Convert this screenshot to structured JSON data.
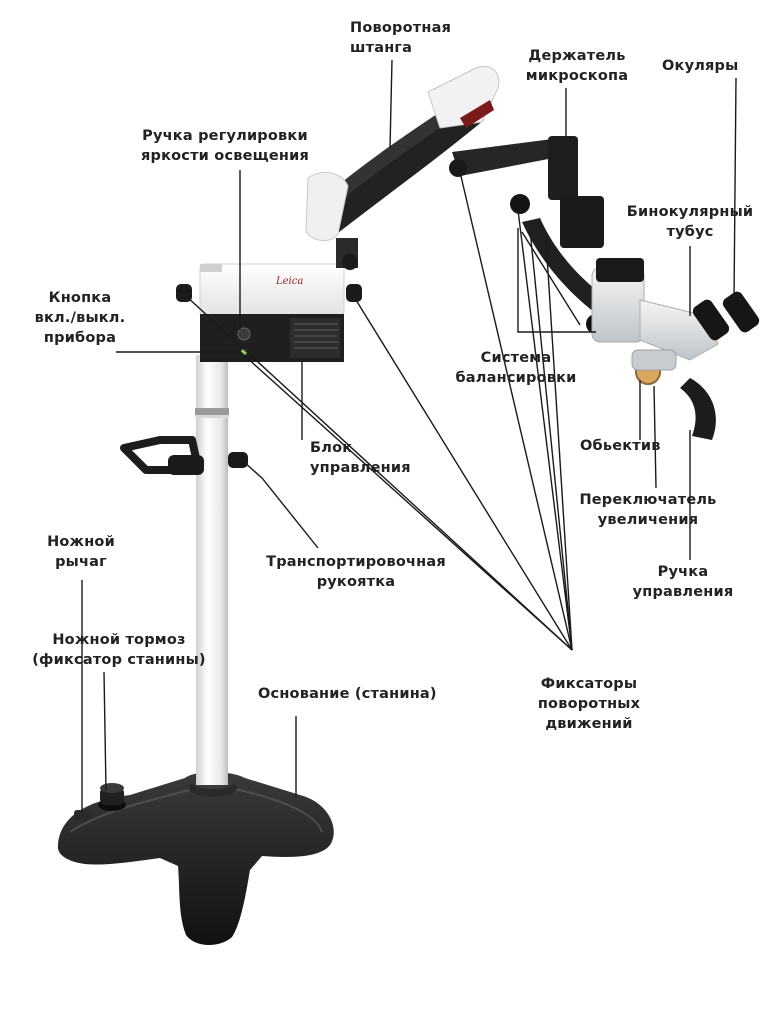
{
  "colors": {
    "background": "#ffffff",
    "text": "#222222",
    "leader_line": "#1a1a1a",
    "body_dark": "#1c1c1c",
    "housing_white": "#f2f2f2"
  },
  "brand": "Leica",
  "labels": {
    "swing_arm": [
      "Поворотная",
      "штанга"
    ],
    "microscope_holder": [
      "Держатель",
      "микроскопа"
    ],
    "eyepieces": [
      "Окуляры"
    ],
    "brightness_knob": [
      "Ручка регулировки",
      "яркости освещения"
    ],
    "binocular_tube": [
      "Бинокулярный",
      "тубус"
    ],
    "power_button": [
      "Кнопка",
      "вкл./выкл.",
      "прибора"
    ],
    "balance_system": [
      "Система",
      "балансировки"
    ],
    "objective": [
      "Обьектив"
    ],
    "control_unit": [
      "Блок",
      "управления"
    ],
    "magnification_switch": [
      "Переключатель",
      "увеличения"
    ],
    "foot_lever": [
      "Ножной",
      "рычаг"
    ],
    "transport_handle": [
      "Транспортировочная",
      "рукоятка"
    ],
    "control_handle": [
      "Ручка",
      "управления"
    ],
    "foot_brake": [
      "Ножной тормоз",
      "(фиксатор станины)"
    ],
    "base": [
      "Основание (станина)"
    ],
    "swivel_locks": [
      "Фиксаторы",
      "поворотных",
      "движений"
    ]
  }
}
